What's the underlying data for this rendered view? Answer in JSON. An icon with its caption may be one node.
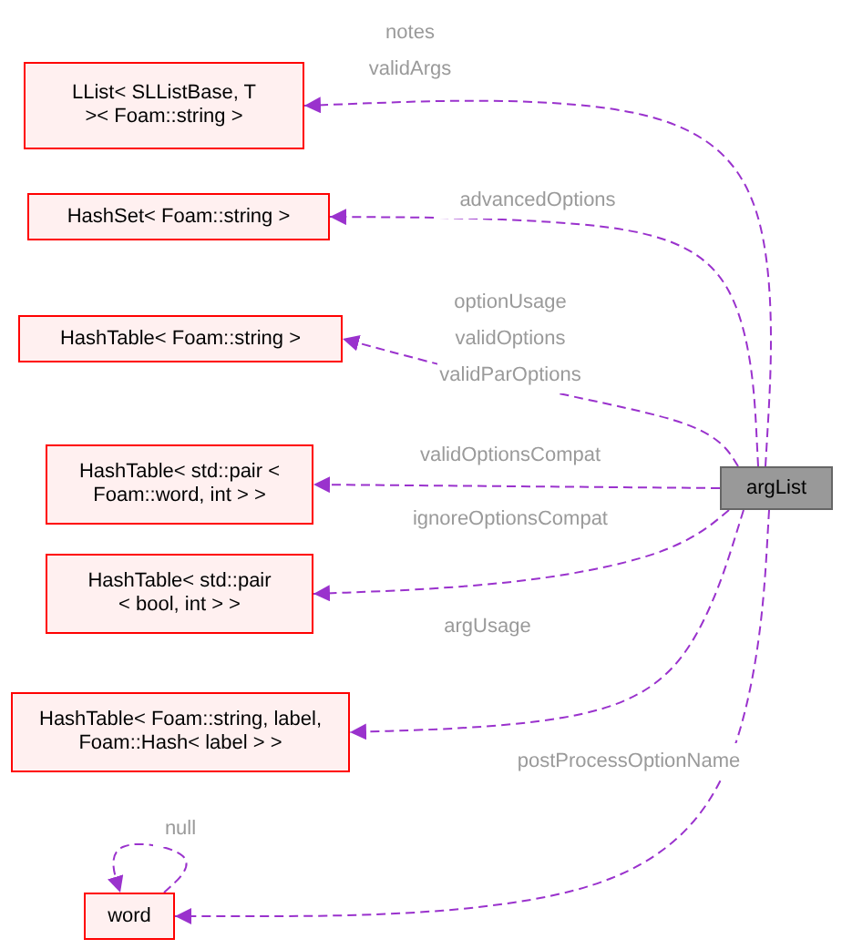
{
  "diagram": {
    "nodes": [
      {
        "text": [
          "LList< SLListBase, T >< Foam::string >"
        ]
      },
      {
        "text": [
          "HashSet< Foam::string >"
        ]
      },
      {
        "text": [
          "HashTable< Foam::string >"
        ]
      },
      {
        "text": [
          "HashTable< std::pair < Foam::word, int > >"
        ]
      },
      {
        "text": [
          "HashTable< std::pair < bool, int > >"
        ]
      },
      {
        "text": [
          "HashTable< Foam::string, label, Foam::Hash< label > >"
        ]
      },
      {
        "text": [
          "word"
        ]
      },
      {
        "text": [
          "argList"
        ]
      }
    ],
    "edges": [
      {
        "from": 7,
        "to": 0,
        "arrow": "to",
        "style": "dashed",
        "label": "notes validArgs"
      },
      {
        "from": 7,
        "to": 1,
        "arrow": "to",
        "style": "dashed",
        "label": "advancedOptions"
      },
      {
        "from": 7,
        "to": 2,
        "arrow": "to",
        "style": "dashed",
        "label": "optionUsage validOptions validParOptions"
      },
      {
        "from": 7,
        "to": 3,
        "arrow": "to",
        "style": "dashed",
        "label": "validOptionsCompat"
      },
      {
        "from": 7,
        "to": 4,
        "arrow": "to",
        "style": "dashed",
        "label": "ignoreOptionsCompat"
      },
      {
        "from": 7,
        "to": 5,
        "arrow": "to",
        "style": "dashed",
        "label": "argUsage"
      },
      {
        "from": 7,
        "to": 6,
        "arrow": "to",
        "style": "dashed",
        "label": "postProcessOptionName"
      },
      {
        "from": 6,
        "to": 6,
        "arrow": "to",
        "style": "dashed",
        "label": "null"
      }
    ]
  }
}
